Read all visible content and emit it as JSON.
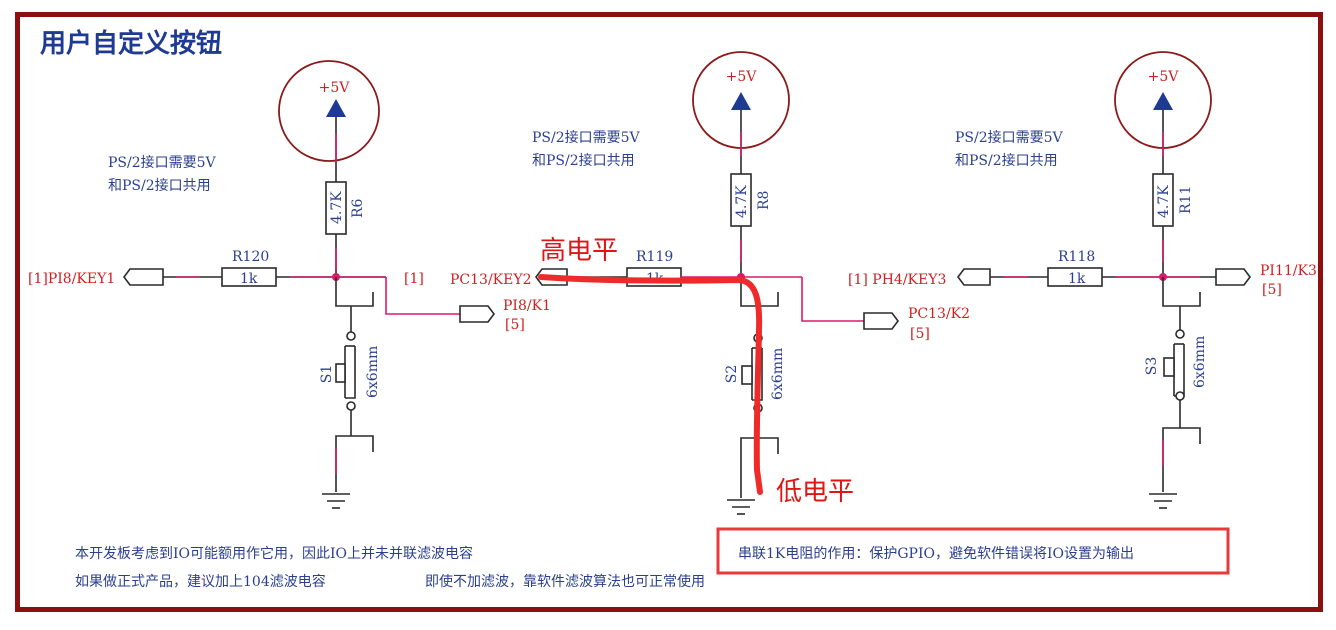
{
  "title": "用户自定义按钮",
  "supply_label": "+5V",
  "circuits": [
    {
      "note_line1": "PS/2接口需要5V",
      "note_line2": "和PS/2接口共用",
      "pullup": {
        "ref": "R6",
        "value": "4.7K"
      },
      "series": {
        "ref": "R120",
        "value": "1k"
      },
      "left_port": "[1]PI8/KEY1",
      "right_port": {
        "ref": "[1]",
        "name": "PI8/K1",
        "page": "[5]"
      },
      "switch": {
        "ref": "S1",
        "size": "6x6mm"
      }
    },
    {
      "note_line1": "PS/2接口需要5V",
      "note_line2": "和PS/2接口共用",
      "pullup": {
        "ref": "R8",
        "value": "4.7K"
      },
      "series": {
        "ref": "R119",
        "value": "1k"
      },
      "left_port": "PC13/KEY2",
      "right_port": {
        "name": "PC13/K2",
        "page": "[5]"
      },
      "switch": {
        "ref": "S2",
        "size": "6x6mm"
      }
    },
    {
      "note_line1": "PS/2接口需要5V",
      "note_line2": "和PS/2接口共用",
      "pullup": {
        "ref": "R11",
        "value": "4.7K"
      },
      "series": {
        "ref": "R118",
        "value": "1k"
      },
      "left_port": "[1] PH4/KEY3",
      "right_port": {
        "name": "PI11/K3",
        "page": "[5]"
      },
      "switch": {
        "ref": "S3",
        "size": "6x6mm"
      }
    }
  ],
  "annotations": {
    "high_level": "高电平",
    "low_level": "低电平"
  },
  "notes": {
    "line1": "本开发板考虑到IO可能额用作它用，因此IO上并未并联滤波电容",
    "line2a": "如果做正式产品，建议加上104滤波电容",
    "line2b": "即使不加滤波，靠软件滤波算法也可正常使用",
    "boxed": "串联1K电阻的作用：保护GPIO，避免软件错误将IO设置为输出"
  },
  "colors": {
    "frame": "#8b1010",
    "title": "#1f3a93",
    "text_blue": "#2b3f8f",
    "text_red": "#d01f1f",
    "net_pink": "#d81b6a",
    "highlight": "#ef2a2a"
  }
}
